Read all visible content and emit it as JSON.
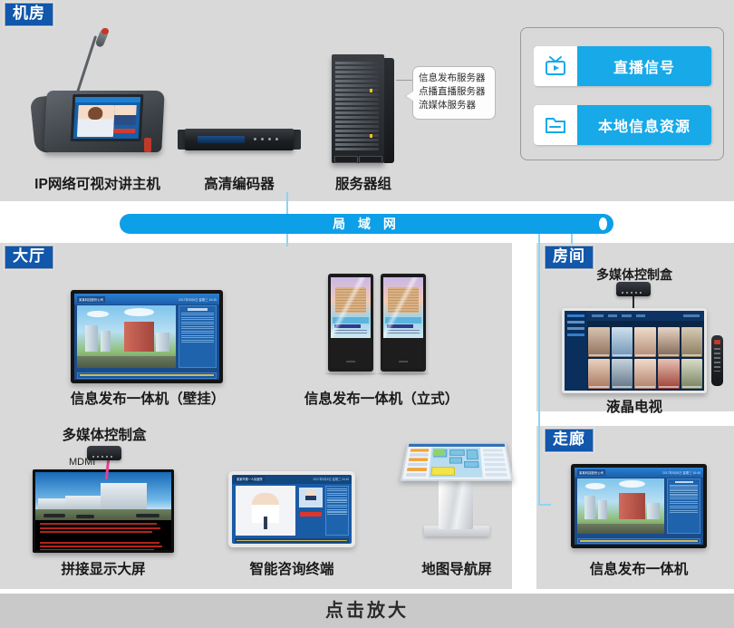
{
  "zones": {
    "machine_room": "机房",
    "hall": "大厅",
    "room": "房间",
    "corridor": "走廊"
  },
  "network": {
    "lan_label": "局 域 网"
  },
  "machine_room": {
    "devices": [
      {
        "name": "IP网络可视对讲主机",
        "icon": "ip-intercom-icon"
      },
      {
        "name": "高清编码器",
        "icon": "encoder-icon"
      },
      {
        "name": "服务器组",
        "icon": "server-rack-icon"
      }
    ],
    "callout": {
      "line1": "信息发布服务器",
      "line2": "点播直播服务器",
      "line3": "流媒体服务器"
    },
    "sources": [
      {
        "label": "直播信号",
        "icon": "tv-icon"
      },
      {
        "label": "本地信息资源",
        "icon": "folder-icon"
      }
    ]
  },
  "hall": {
    "devices": [
      {
        "name": "信息发布一体机（壁挂）"
      },
      {
        "name": "信息发布一体机（立式）"
      },
      {
        "name": "拼接显示大屏"
      },
      {
        "name": "智能咨询终端"
      },
      {
        "name": "地图导航屏"
      }
    ],
    "control_box_label": "多媒体控制盒",
    "cable_label": "MDMI"
  },
  "room": {
    "control_box_label": "多媒体控制盒",
    "device_label": "液晶电视"
  },
  "corridor": {
    "device_label": "信息发布一体机"
  },
  "footer": {
    "label": "点击放大"
  },
  "colors": {
    "zone_badge": "#1157ab",
    "lan_bar": "#0d9fe8",
    "source_pill": "#17a9e8",
    "connector": "#8fd4f5",
    "region_bg": "#d9d9d9",
    "footer_bg": "#c9c9c9",
    "cable": "#e8418f"
  }
}
